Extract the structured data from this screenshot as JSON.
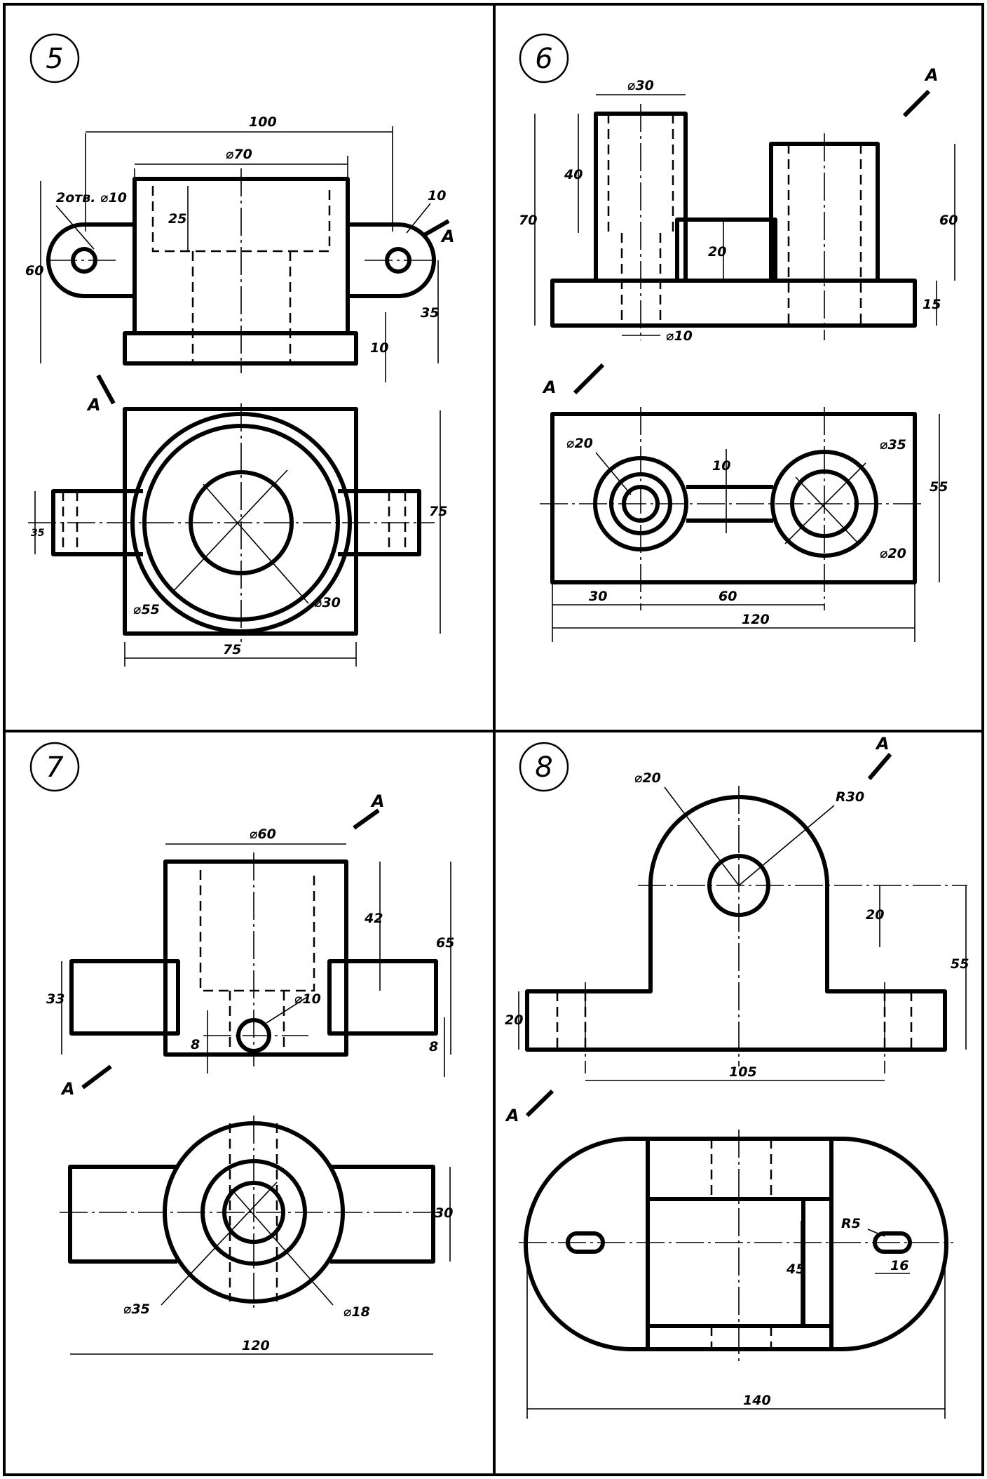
{
  "problems": [
    {
      "number": "5",
      "section_mark": "A",
      "dims": {
        "overall_width": "100",
        "boss_dia": "⌀70",
        "holes": "2отв. ⌀10",
        "lug_r": "10",
        "bore_depth": "25",
        "height": "60",
        "lug_height": "35",
        "base_thk": "10",
        "lug_width": "35",
        "plan_depth": "75",
        "plan_width": "75",
        "outer_dia": "⌀55",
        "inner_dia": "⌀30"
      }
    },
    {
      "number": "6",
      "section_mark": "A",
      "dims": {
        "cyl_dia": "⌀30",
        "cyl_depth": "40",
        "height": "70",
        "block_h": "60",
        "mid_h": "20",
        "base_thk": "15",
        "hole_dia": "⌀10",
        "left_hole": "⌀20",
        "right_boss": "⌀35",
        "right_hole": "⌀20",
        "rib": "10",
        "plan_depth": "55",
        "x1": "30",
        "x2": "60",
        "length": "120"
      }
    },
    {
      "number": "7",
      "section_mark": "A",
      "dims": {
        "boss_dia": "⌀60",
        "bore_depth": "42",
        "height": "65",
        "arm_h": "33",
        "hole_dia": "⌀10",
        "hole_off": "8",
        "bottom": "8",
        "arm_w": "30",
        "outer_dia": "⌀35",
        "inner_dia": "⌀18",
        "length": "120"
      }
    },
    {
      "number": "8",
      "section_mark": "A",
      "dims": {
        "hole_dia": "⌀20",
        "arc_r": "R30",
        "center_h": "20",
        "height": "55",
        "base_thk": "20",
        "slot_span": "105",
        "slot_r": "R5",
        "inner_depth": "45",
        "slot_len": "16",
        "length": "140"
      }
    }
  ]
}
